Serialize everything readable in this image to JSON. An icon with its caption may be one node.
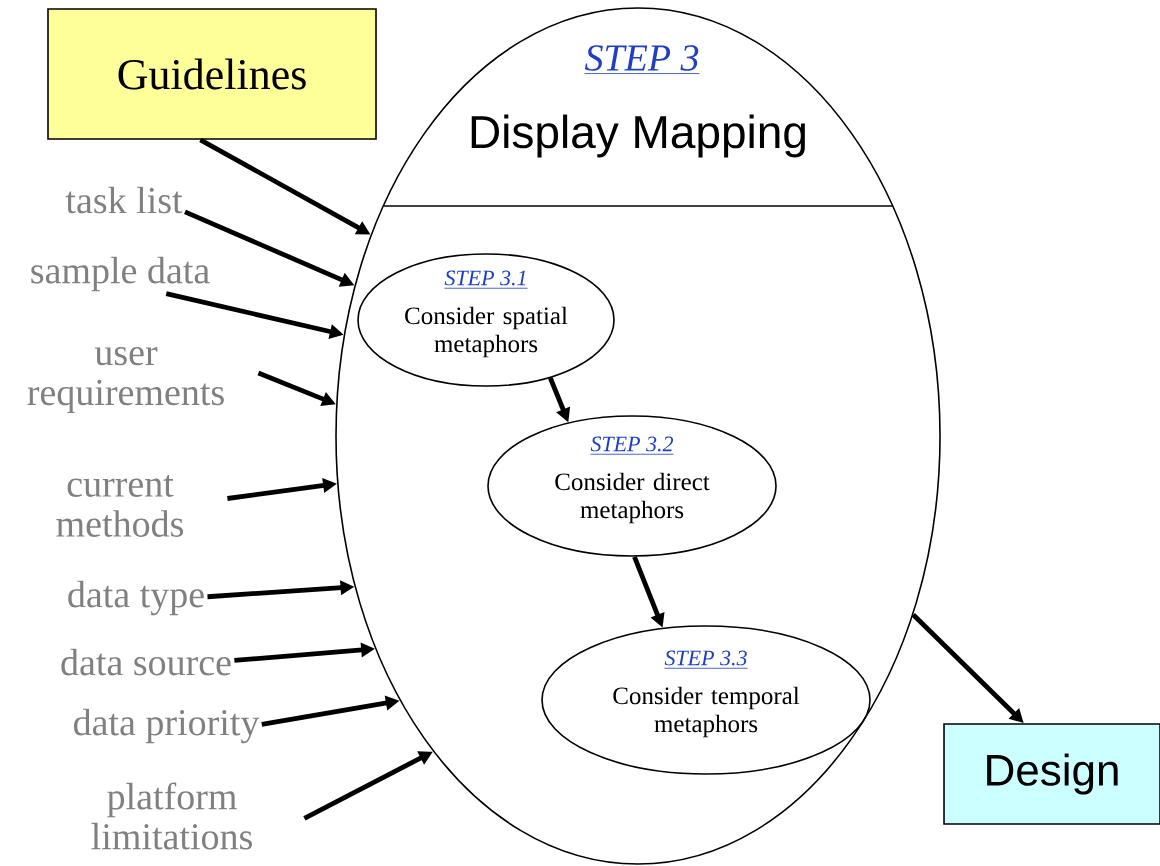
{
  "diagram": {
    "nodes": [
      {
        "text": [
          "STEP 3",
          "Display Mapping"
        ]
      },
      {
        "text": [
          "STEP 3.1",
          "Consider spatial metaphors"
        ],
        "in": 0
      },
      {
        "text": [
          "STEP 3.2",
          "Consider direct metaphors"
        ],
        "in": 0
      },
      {
        "text": [
          "STEP 3.3",
          "Consider temporal metaphors"
        ],
        "in": 0
      },
      {
        "text": [
          "Guidelines"
        ]
      },
      {
        "text": [
          "task list"
        ]
      },
      {
        "text": [
          "sample data"
        ]
      },
      {
        "text": [
          "user requirements"
        ]
      },
      {
        "text": [
          "current methods"
        ]
      },
      {
        "text": [
          "data type"
        ]
      },
      {
        "text": [
          "data source"
        ]
      },
      {
        "text": [
          "data priority"
        ]
      },
      {
        "text": [
          "platform limitations"
        ]
      },
      {
        "text": [
          "Design"
        ]
      }
    ],
    "edges": [
      {
        "from": 4,
        "to": 0,
        "arrow": "to"
      },
      {
        "from": 5,
        "to": 0,
        "arrow": "to"
      },
      {
        "from": 6,
        "to": 0,
        "arrow": "to"
      },
      {
        "from": 7,
        "to": 0,
        "arrow": "to"
      },
      {
        "from": 8,
        "to": 0,
        "arrow": "to"
      },
      {
        "from": 9,
        "to": 0,
        "arrow": "to"
      },
      {
        "from": 10,
        "to": 0,
        "arrow": "to"
      },
      {
        "from": 11,
        "to": 0,
        "arrow": "to"
      },
      {
        "from": 12,
        "to": 0,
        "arrow": "to"
      },
      {
        "from": 1,
        "to": 2,
        "arrow": "to"
      },
      {
        "from": 2,
        "to": 3,
        "arrow": "to"
      },
      {
        "from": 0,
        "to": 13,
        "arrow": "to"
      }
    ]
  }
}
